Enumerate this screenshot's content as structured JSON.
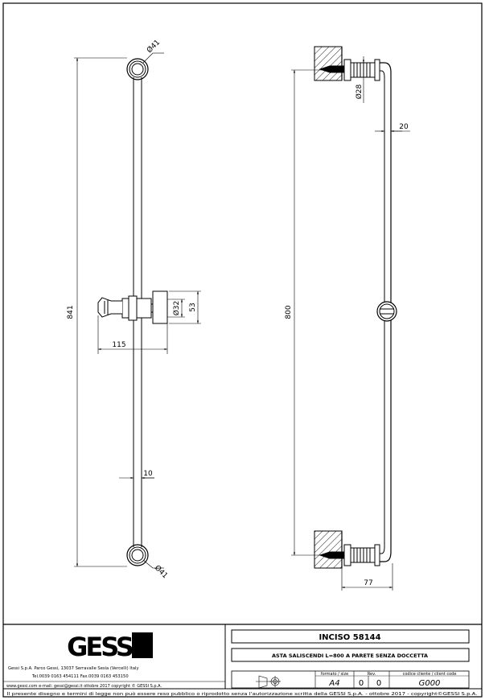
{
  "drawing": {
    "front_view": {
      "dim_overall_height": "841",
      "dim_top_rosette": "Ø41",
      "dim_bottom_rosette": "Ø41",
      "dim_holder_diameter": "Ø32",
      "dim_holder_height": "53",
      "dim_holder_offset": "115",
      "dim_rod_diameter": "10"
    },
    "side_view": {
      "dim_wall_centers": "800",
      "dim_flange": "Ø28",
      "dim_rod_offset": "20",
      "dim_projection": "77"
    }
  },
  "title_block": {
    "logo_text": "GESSI",
    "company_line": "Gessi S.p.A. Parco Gessi, 13037 Serravalle Sesia (Vercelli) Italy",
    "phone_line": "Tel.0039  0163  454111   Fax.0039  0163  453150",
    "web_line": "www.gessi.com  e-mail: gessi@gessi.it    ottobre  2017    copyright © GESSI  S.p.A.",
    "product_code": "INCISO  58144",
    "description": "ASTA SALISCENDI L=800 A PARETE SENZA DOCCETTA",
    "format_label": "formato / size",
    "format_value": "A4",
    "rev_label": "Rev.",
    "rev_value_1": "0",
    "rev_value_2": "0",
    "client_code_label": "codice cliente / client code",
    "client_code_value": "G000",
    "footer_notice": "Il presente disegno e termini di legge non può essere reso pubblico o riprodotto senza l'autorizzazione scritta della GESSI S.p.A. - ottobre 2017 - copyright©GESSI S.p.A."
  }
}
